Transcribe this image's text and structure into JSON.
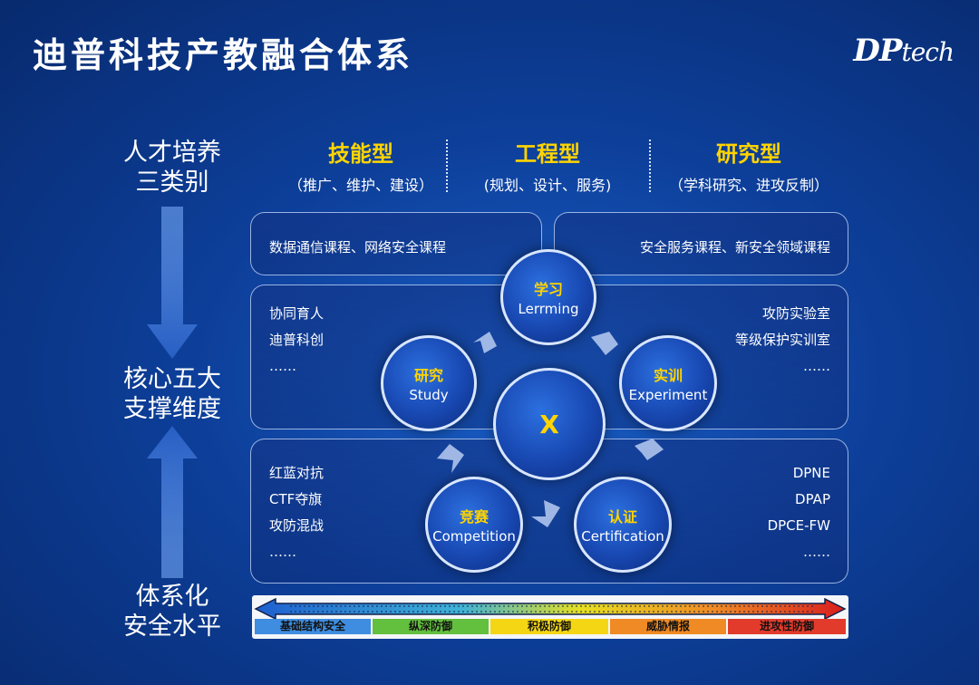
{
  "title": "迪普科技产教融合体系",
  "logo": {
    "main": "DP",
    "suffix": "tech"
  },
  "left_labels": [
    {
      "line1": "人才培养",
      "line2": "三类别"
    },
    {
      "line1": "核心五大",
      "line2": "支撑维度"
    },
    {
      "line1": "体系化",
      "line2": "安全水平"
    }
  ],
  "talent_types": [
    {
      "name": "技能型",
      "desc": "（推广、维护、建设）"
    },
    {
      "name": "工程型",
      "desc": "(规划、设计、服务)"
    },
    {
      "name": "研究型",
      "desc": "（学科研究、进攻反制）"
    }
  ],
  "panels": {
    "top_left": {
      "text": "数据通信课程、网络安全课程"
    },
    "top_right": {
      "text": "安全服务课程、新安全领域课程"
    },
    "mid_left": {
      "items": [
        "协同育人",
        "迪普科创",
        "……"
      ]
    },
    "mid_right": {
      "items": [
        "攻防实验室",
        "等级保护实训室",
        "……"
      ]
    },
    "bot_left": {
      "items": [
        "红蓝对抗",
        "CTF夺旗",
        "攻防混战",
        "……"
      ]
    },
    "bot_right": {
      "items": [
        "DPNE",
        "DPAP",
        "DPCE-FW",
        "……"
      ]
    }
  },
  "nodes": {
    "center": "X",
    "learn": {
      "cn": "学习",
      "en": "Lerrming"
    },
    "study": {
      "cn": "研究",
      "en": "Study"
    },
    "experiment": {
      "cn": "实训",
      "en": "Experiment"
    },
    "competition": {
      "cn": "竞赛",
      "en": "Competition"
    },
    "certification": {
      "cn": "认证",
      "en": "Certification"
    }
  },
  "scale": {
    "segments": [
      "基础结构安全",
      "纵深防御",
      "积极防御",
      "威胁情报",
      "进攻性防御"
    ],
    "colors": [
      "#3e8de0",
      "#63bf3e",
      "#f5d614",
      "#f08a24",
      "#e23b2b"
    ]
  }
}
